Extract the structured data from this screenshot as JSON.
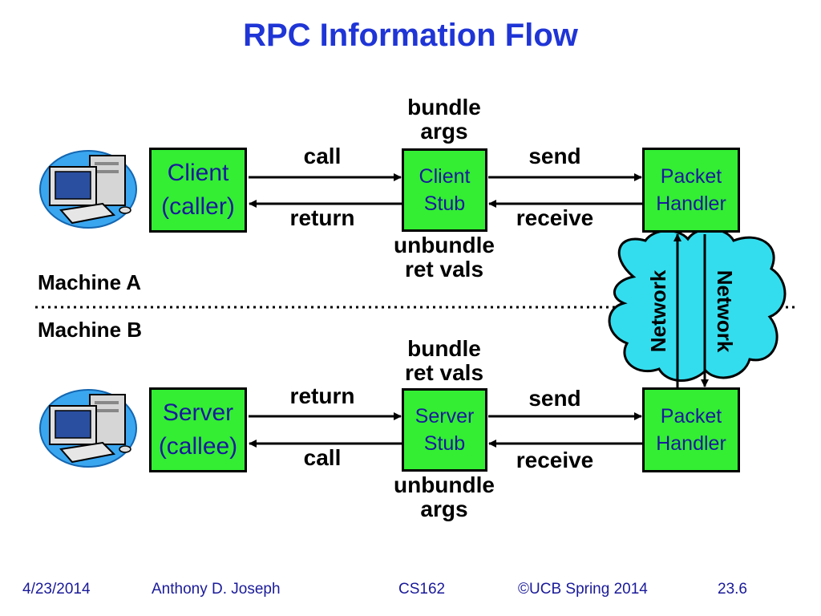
{
  "title": "RPC Information Flow",
  "machine_a": "Machine A",
  "machine_b": "Machine B",
  "top": {
    "endpoint": [
      "Client",
      "(caller)"
    ],
    "stub": [
      "Client",
      "Stub"
    ],
    "handler": [
      "Packet",
      "Handler"
    ],
    "arrow_fwd_label": "call",
    "arrow_back_label": "return",
    "stub_above": [
      "bundle",
      "args"
    ],
    "stub_below": [
      "unbundle",
      "ret vals"
    ],
    "send_label": "send",
    "receive_label": "receive"
  },
  "bottom": {
    "endpoint": [
      "Server",
      "(callee)"
    ],
    "stub": [
      "Server",
      "Stub"
    ],
    "handler": [
      "Packet",
      "Handler"
    ],
    "arrow_fwd_label": "return",
    "arrow_back_label": "call",
    "stub_above": [
      "bundle",
      "ret vals"
    ],
    "stub_below": [
      "unbundle",
      "args"
    ],
    "send_label": "send",
    "receive_label": "receive"
  },
  "network_label": "Network",
  "footer": {
    "date": "4/23/2014",
    "author": "Anthony D. Joseph",
    "course": "CS162",
    "copyright": "©UCB Spring 2014",
    "slide": "23.6"
  },
  "colors": {
    "title": "#1f35d6",
    "box_fill": "#33ee33",
    "box_text": "#1a1a9a",
    "cloud_fill": "#33ddee",
    "footer_text": "#1a1a9a"
  }
}
